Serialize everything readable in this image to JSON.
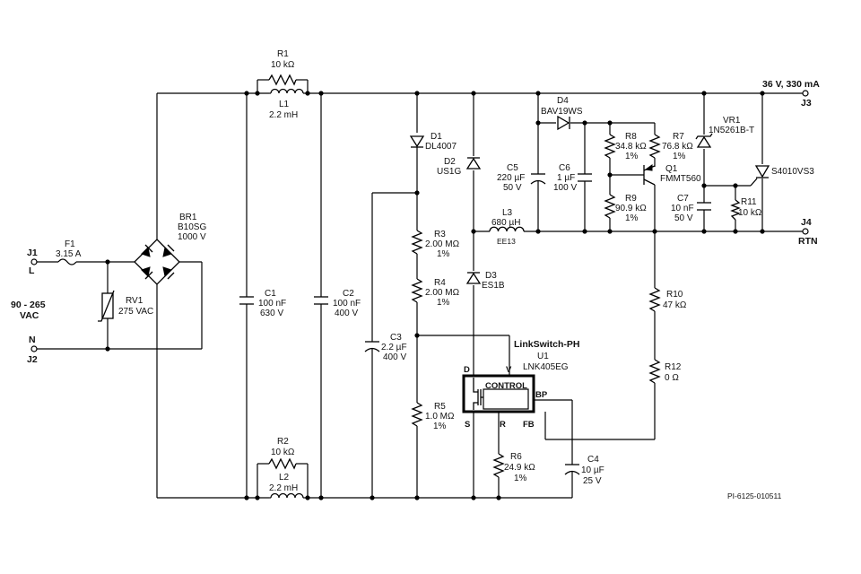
{
  "terminals": {
    "j1": {
      "ref": "J1",
      "sub": "L"
    },
    "j2": {
      "ref": "J2",
      "sub": "N"
    },
    "j3": {
      "ref": "J3"
    },
    "j4": {
      "ref": "J4",
      "sub": "RTN"
    },
    "input_range": [
      "90 - 265",
      "VAC"
    ],
    "output_rating": "36 V, 330 mA"
  },
  "components": {
    "f1": {
      "ref": "F1",
      "value": "3.15 A"
    },
    "rv1": {
      "ref": "RV1",
      "value": "275 VAC"
    },
    "br1": {
      "ref": "BR1",
      "part": "B10SG",
      "value": "1000 V"
    },
    "r1": {
      "ref": "R1",
      "value": "10 kΩ"
    },
    "l1": {
      "ref": "L1",
      "value": "2.2 mH"
    },
    "r2": {
      "ref": "R2",
      "value": "10 kΩ"
    },
    "l2": {
      "ref": "L2",
      "value": "2.2 mH"
    },
    "c1": {
      "ref": "C1",
      "value": "100 nF",
      "rating": "630 V"
    },
    "c2": {
      "ref": "C2",
      "value": "100 nF",
      "rating": "400 V"
    },
    "c3": {
      "ref": "C3",
      "value": "2.2 µF",
      "rating": "400 V"
    },
    "d1": {
      "ref": "D1",
      "part": "DL4007"
    },
    "d2": {
      "ref": "D2",
      "part": "US1G"
    },
    "d3": {
      "ref": "D3",
      "part": "ES1B"
    },
    "d4": {
      "ref": "D4",
      "part": "BAV19WS"
    },
    "r3": {
      "ref": "R3",
      "value": "2.00 MΩ",
      "tol": "1%"
    },
    "r4": {
      "ref": "R4",
      "value": "2.00 MΩ",
      "tol": "1%"
    },
    "r5": {
      "ref": "R5",
      "value": "1.0 MΩ",
      "tol": "1%"
    },
    "c5": {
      "ref": "C5",
      "value": "220 µF",
      "rating": "50 V"
    },
    "c6": {
      "ref": "C6",
      "value": "1 µF",
      "rating": "100 V"
    },
    "l3": {
      "ref": "L3",
      "value": "680 µH",
      "core": "EE13"
    },
    "r8": {
      "ref": "R8",
      "value": "34.8 kΩ",
      "tol": "1%"
    },
    "r9": {
      "ref": "R9",
      "value": "90.9 kΩ",
      "tol": "1%"
    },
    "r7": {
      "ref": "R7",
      "value": "76.8 kΩ",
      "tol": "1%"
    },
    "q1": {
      "ref": "Q1",
      "part": "FMMT560"
    },
    "vr1": {
      "ref": "VR1",
      "part": "1N5261B-T"
    },
    "c7": {
      "ref": "C7",
      "value": "10 nF",
      "rating": "50 V"
    },
    "r11": {
      "ref": "R11",
      "value": "10 kΩ"
    },
    "scr": {
      "part": "S4010VS3"
    },
    "r10": {
      "ref": "R10",
      "value": "47 kΩ"
    },
    "r12": {
      "ref": "R12",
      "value": "0 Ω"
    },
    "r6": {
      "ref": "R6",
      "value": "24.9 kΩ",
      "tol": "1%"
    },
    "c4": {
      "ref": "C4",
      "value": "10 µF",
      "rating": "25 V"
    }
  },
  "ic": {
    "family": "LinkSwitch-PH",
    "ref": "U1",
    "part": "LNK405EG",
    "block": "CONTROL",
    "pins": {
      "d": "D",
      "v": "V",
      "bp": "BP",
      "s": "S",
      "r": "R",
      "fb": "FB"
    }
  },
  "footer_id": "PI-6125-010511"
}
